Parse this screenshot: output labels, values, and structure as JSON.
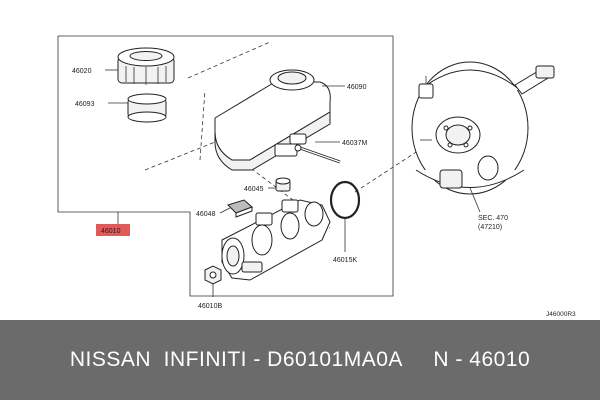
{
  "diagram": {
    "labels": {
      "p46020": "46020",
      "p46093": "46093",
      "p46090": "46090",
      "p46037m": "46037M",
      "p46045": "46045",
      "p46048": "46048",
      "p46010": "46010",
      "p46015k": "46015K",
      "p46010b": "46010B",
      "sec": "SEC. 470",
      "sec_ref": "(47210)",
      "ref_code": "J46000R3"
    },
    "colors": {
      "highlight": "#e05a5a",
      "footer_bg": "#6b6b6b"
    }
  },
  "footer": {
    "text": "NISSAN  INFINITI - D60101MA0A     N - 46010"
  }
}
